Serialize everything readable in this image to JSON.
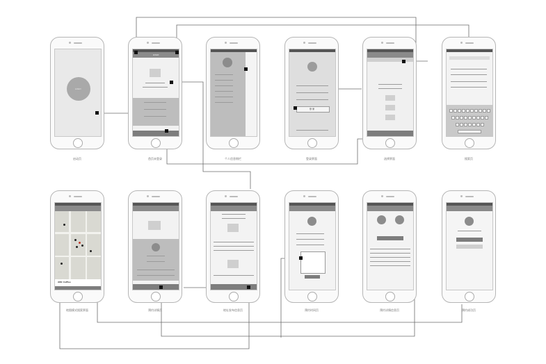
{
  "screens": [
    {
      "id": "s1",
      "caption": "启动页",
      "logo_text": "LOGO"
    },
    {
      "id": "s2",
      "caption": "首页未登录",
      "header": "LOGO"
    },
    {
      "id": "s3",
      "caption": "个人信息侧栏"
    },
    {
      "id": "s4",
      "caption": "登录界面",
      "button": "登 录"
    },
    {
      "id": "s5",
      "caption": "选择界面"
    },
    {
      "id": "s6",
      "caption": "搜索页"
    },
    {
      "id": "s7",
      "caption": "地图模式搜索界面",
      "place": "ABC Coffee"
    },
    {
      "id": "s8",
      "caption": "预约详情页"
    },
    {
      "id": "s9",
      "caption": "地址发布信息页"
    },
    {
      "id": "s10",
      "caption": "预约时间页"
    },
    {
      "id": "s11",
      "caption": "预约详情信息页"
    },
    {
      "id": "s12",
      "caption": "预约成功页"
    }
  ]
}
